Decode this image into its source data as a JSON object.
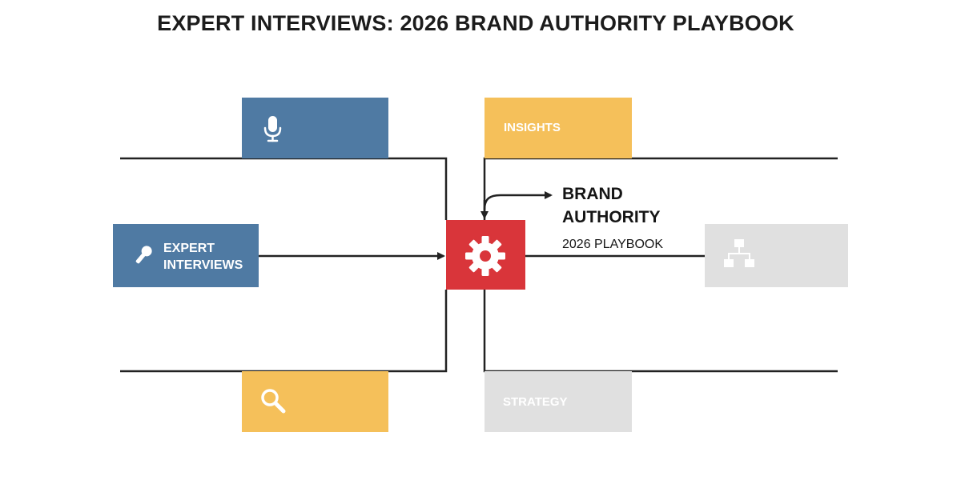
{
  "title": "EXPERT INTERVIEWS: 2026 BRAND AUTHORITY PLAYBOOK",
  "colors": {
    "blue": "#4f7aa3",
    "yellow": "#f5c05a",
    "red": "#d9353a",
    "light_gray": "#e0e0e0",
    "line": "#222222",
    "text_dark": "#151515",
    "box_text_light": "#ffffff"
  },
  "boxes": {
    "top_left": {
      "icon": "microphone-icon"
    },
    "top_right": {
      "label": "INSIGHTS"
    },
    "left": {
      "label_line1": "EXPERT",
      "label_line2": "INTERVIEWS",
      "icon": "microphone-icon"
    },
    "center": {
      "icon": "gear-icon"
    },
    "right": {
      "icon": "hierarchy-icon"
    },
    "bottom_left": {
      "icon": "search-icon"
    },
    "bottom_right": {
      "label": "STRATEGY"
    }
  },
  "callout": {
    "title_line1": "BRAND",
    "title_line2": "AUTHORITY",
    "subtitle": "2026 PLAYBOOK"
  }
}
